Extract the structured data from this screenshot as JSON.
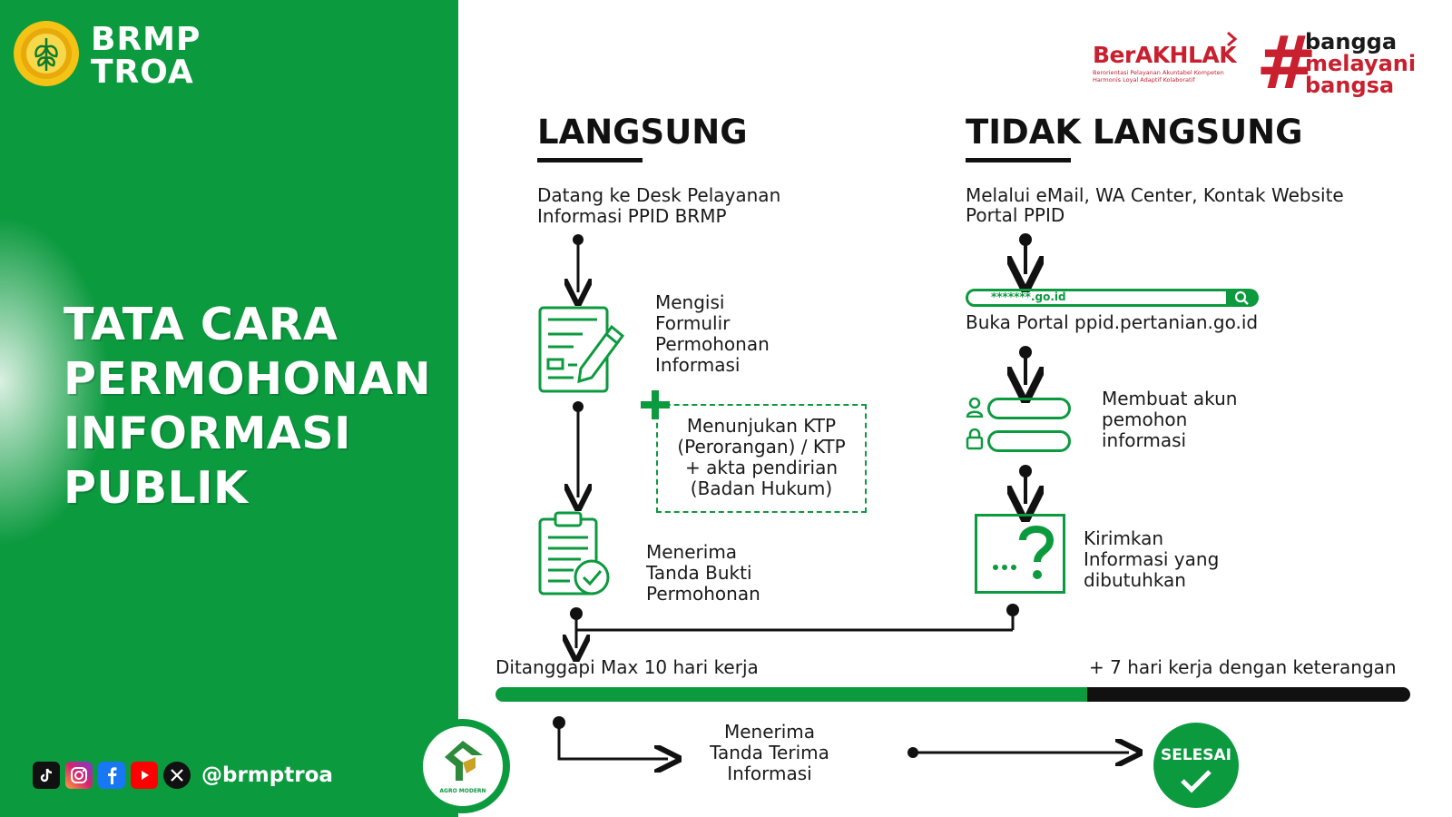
{
  "brand": {
    "line1": "BRMP",
    "line2": "TROA"
  },
  "title": {
    "lines": [
      "TATA CARA",
      "PERMOHONAN",
      "INFORMASI",
      "PUBLIK"
    ]
  },
  "social": {
    "icons": [
      "tiktok-icon",
      "instagram-icon",
      "facebook-icon",
      "youtube-icon",
      "x-icon"
    ],
    "handle": "@brmptroa"
  },
  "badge": {
    "agro_text": "AGRO MODERN"
  },
  "header_logos": {
    "berakhlak": "BerAKHLAK",
    "berakhlak_sub1": "Berorientasi Pelayanan Akuntabel Kompeten",
    "berakhlak_sub2": "Harmonis Loyal Adaptif Kolaboratif",
    "hashtag": "#",
    "bangga": [
      "bangga",
      "melayani",
      "bangsa"
    ]
  },
  "langsung": {
    "heading": "LANGSUNG",
    "step1": [
      "Datang ke Desk Pelayanan",
      "Informasi PPID BRMP"
    ],
    "step2": [
      "Mengisi",
      "Formulir",
      "Permohonan",
      "Informasi"
    ],
    "note": [
      "Menunjukan KTP",
      "(Perorangan) / KTP",
      "+ akta pendirian",
      "(Badan Hukum)"
    ],
    "step3": [
      "Menerima",
      "Tanda Bukti",
      "Permohonan"
    ]
  },
  "tidak_langsung": {
    "heading": "TIDAK LANGSUNG",
    "step1": [
      "Melalui eMail, WA Center, Kontak Website",
      "Portal PPID"
    ],
    "url_placeholder": "*******.go.id",
    "step2": "Buka Portal ppid.pertanian.go.id",
    "step3": [
      "Membuat akun",
      "pemohon",
      "informasi"
    ],
    "step4": [
      "Kirimkan",
      "Informasi yang",
      "dibutuhkan"
    ],
    "question_glyph": "...?"
  },
  "timeline": {
    "left_label": "Ditanggapi Max 10 hari kerja",
    "right_label": "+ 7 hari kerja dengan keterangan",
    "green_fraction": 0.647
  },
  "final": {
    "receive": [
      "Menerima",
      "Tanda Terima",
      "Informasi"
    ],
    "done": "SELESAI"
  },
  "colors": {
    "green": "#0c9a3f",
    "red": "#c8202f",
    "black": "#111111"
  }
}
